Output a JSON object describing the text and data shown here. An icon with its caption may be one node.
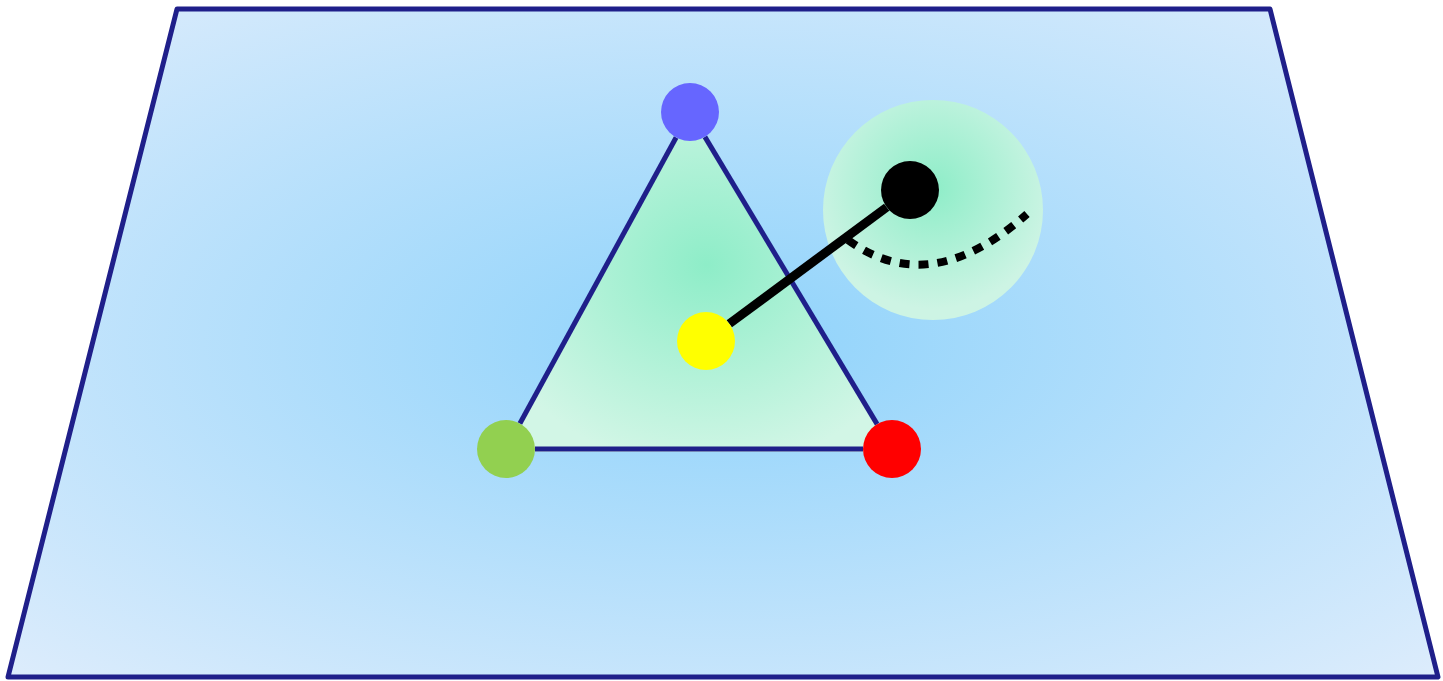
{
  "diagram": {
    "nodes": [
      {
        "text": [],
        "shape": "circle"
      },
      {
        "text": [],
        "shape": "circle"
      },
      {
        "text": [],
        "shape": "circle"
      },
      {
        "text": [],
        "shape": "circle"
      },
      {
        "text": [],
        "shape": "circle"
      }
    ],
    "edges": [
      {
        "from": 0,
        "to": 3,
        "arrow": "none"
      },
      {
        "from": 3,
        "to": 4,
        "arrow": "none"
      },
      {
        "from": 4,
        "to": 0,
        "arrow": "none"
      },
      {
        "from": 2,
        "to": 1,
        "arrow": "none",
        "style": "thick",
        "color": "#000000"
      }
    ]
  }
}
